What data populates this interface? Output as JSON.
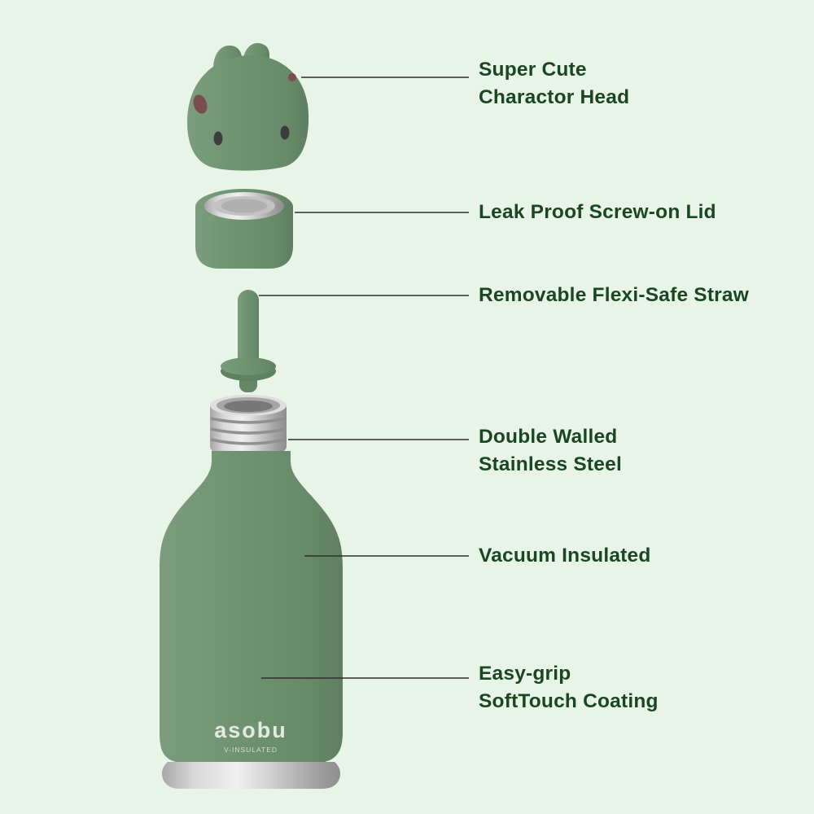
{
  "callouts": [
    {
      "lines": [
        "Super Cute",
        "Charactor Head"
      ]
    },
    {
      "lines": [
        "Leak Proof Screw-on Lid"
      ]
    },
    {
      "lines": [
        "Removable Flexi-Safe Straw"
      ]
    },
    {
      "lines": [
        "Double Walled",
        "Stainless Steel"
      ]
    },
    {
      "lines": [
        "Vacuum Insulated"
      ]
    },
    {
      "lines": [
        "Easy-grip",
        "SoftTouch Coating"
      ]
    }
  ],
  "bottle": {
    "logo_text": "asobu",
    "logo_subtext": "V-INSULATED"
  },
  "colors": {
    "background": "#e9f4e9",
    "body_green": "#6f9270",
    "green_dark": "#5e8160",
    "label_text": "#1a4721",
    "leader_line": "#2f2f2f",
    "steel_light": "#f0f0f0",
    "steel_dark": "#8e8e8e",
    "cheek_spot": "#7c4d50",
    "eye": "#3d3d3d",
    "logo_color": "#e3ebe1"
  }
}
